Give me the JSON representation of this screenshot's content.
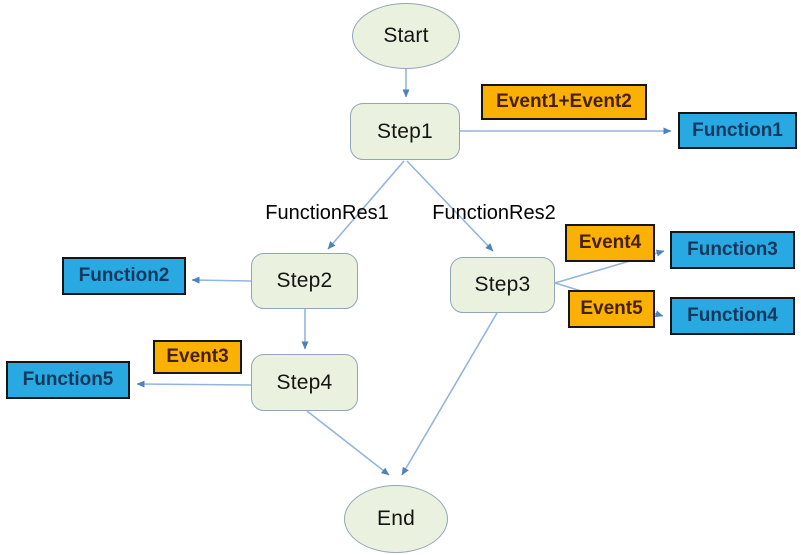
{
  "colors": {
    "background": "#FFFFFF",
    "node_fill": "#EAF1DE",
    "node_border": "#91A6B8",
    "event_fill": "#FBB103",
    "event_text": "#472000",
    "function_fill": "#29A9E1",
    "function_text": "#14395E",
    "box_border": "#161616",
    "edge_line": "#93B5DB",
    "edge_arrow": "#4E81BD",
    "label_text": "#000000"
  },
  "nodes": {
    "start": {
      "label": "Start"
    },
    "step1": {
      "label": "Step1"
    },
    "step2": {
      "label": "Step2"
    },
    "step3": {
      "label": "Step3"
    },
    "step4": {
      "label": "Step4"
    },
    "end": {
      "label": "End"
    }
  },
  "events": {
    "event1_2": {
      "label": "Event1+Event2"
    },
    "event3": {
      "label": "Event3"
    },
    "event4": {
      "label": "Event4"
    },
    "event5": {
      "label": "Event5"
    }
  },
  "functions": {
    "function1": {
      "label": "Function1"
    },
    "function2": {
      "label": "Function2"
    },
    "function3": {
      "label": "Function3"
    },
    "function4": {
      "label": "Function4"
    },
    "function5": {
      "label": "Function5"
    }
  },
  "edge_labels": {
    "functionres1": {
      "label": "FunctionRes1"
    },
    "functionres2": {
      "label": "FunctionRes2"
    }
  },
  "edges": [
    {
      "from": "Start",
      "to": "Step1"
    },
    {
      "from": "Step1",
      "to": "Function1",
      "via_event": "Event1+Event2"
    },
    {
      "from": "Step1",
      "to": "Step2",
      "label": "FunctionRes1"
    },
    {
      "from": "Step1",
      "to": "Step3",
      "label": "FunctionRes2"
    },
    {
      "from": "Step2",
      "to": "Function2"
    },
    {
      "from": "Step2",
      "to": "Step4"
    },
    {
      "from": "Step3",
      "to": "Function3",
      "via_event": "Event4"
    },
    {
      "from": "Step3",
      "to": "Function4",
      "via_event": "Event5"
    },
    {
      "from": "Step4",
      "to": "Function5",
      "via_event": "Event3"
    },
    {
      "from": "Step4",
      "to": "End"
    },
    {
      "from": "Step3",
      "to": "End"
    }
  ]
}
